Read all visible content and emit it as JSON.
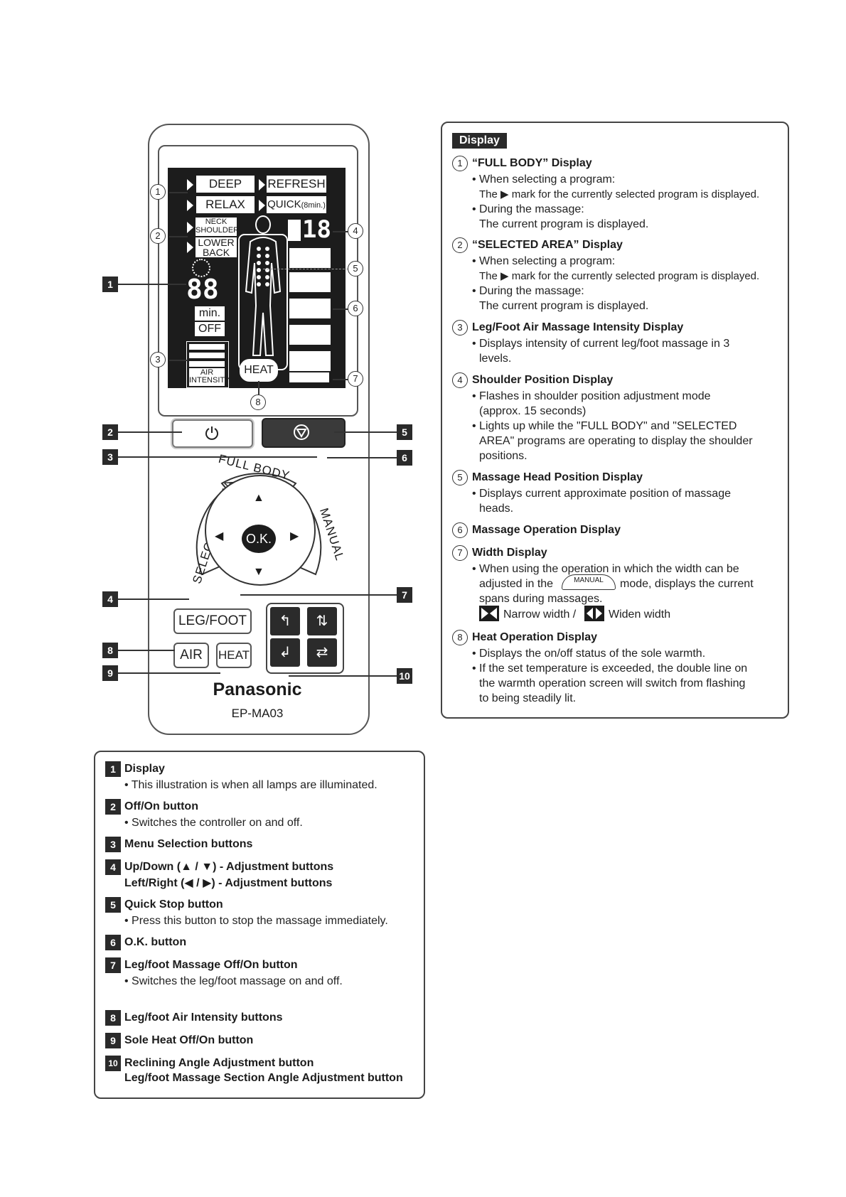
{
  "remote": {
    "lcd": {
      "program_deep": "DEEP",
      "program_refresh": "REFRESH",
      "program_relax": "RELAX",
      "program_quick": "QUICK",
      "program_quick_suffix": "(8min.)",
      "area_neck": "NECK",
      "area_shoulder": "SHOULDER",
      "area_lower": "LOWER",
      "area_back": "BACK",
      "timer_digits": "88",
      "timer_unit": "min.",
      "timer_off": "OFF",
      "air_label_1": "AIR",
      "air_label_2": "INTENSITY",
      "heat_label": "HEAT",
      "shoulder_digits": "18"
    },
    "buttons": {
      "power_icon": "power-icon",
      "stop_icon": "stop-icon",
      "full_body": "FULL BODY",
      "selected_area": "SELECTED AREA",
      "manual": "MANUAL",
      "ok": "O.K.",
      "leg_foot": "LEG/FOOT",
      "air": "AIR",
      "heat": "HEAT"
    },
    "brand": "Panasonic",
    "model": "EP-MA03"
  },
  "callouts_circled": [
    "1",
    "2",
    "3",
    "4",
    "5",
    "6",
    "7",
    "8"
  ],
  "callouts_square": [
    "1",
    "2",
    "3",
    "4",
    "5",
    "6",
    "7",
    "8",
    "9",
    "10"
  ],
  "display_panel": {
    "tag": "Display",
    "items": [
      {
        "num": "1",
        "title": "“FULL BODY” Display",
        "lines": [
          "• When selecting a program:",
          "The ▶ mark for the currently selected program is displayed.",
          "• During the massage:",
          "The current program is displayed."
        ]
      },
      {
        "num": "2",
        "title": "“SELECTED AREA” Display",
        "lines": [
          "• When selecting a program:",
          "The ▶ mark for the currently selected program is displayed.",
          "• During the massage:",
          "The current program is displayed."
        ]
      },
      {
        "num": "3",
        "title": "Leg/Foot Air Massage Intensity Display",
        "lines": [
          "• Displays intensity of current leg/foot massage in 3",
          "levels."
        ]
      },
      {
        "num": "4",
        "title": "Shoulder Position Display",
        "lines": [
          "• Flashes in shoulder position adjustment mode",
          "(approx. 15 seconds)",
          "• Lights up while the \"FULL BODY\" and \"SELECTED",
          "AREA\" programs are operating to display the shoulder",
          "positions."
        ]
      },
      {
        "num": "5",
        "title": "Massage Head Position Display",
        "lines": [
          "• Displays current approximate position of massage",
          "heads."
        ]
      },
      {
        "num": "6",
        "title": "Massage Operation Display",
        "lines": []
      },
      {
        "num": "7",
        "title": "Width Display",
        "lines": [
          "• When using the operation in which the width can be",
          "adjusted in the",
          "mode, displays the current",
          "spans during massages."
        ],
        "manual_badge": "MANUAL",
        "narrow": "Narrow width /",
        "widen": "Widen width"
      },
      {
        "num": "8",
        "title": "Heat Operation Display",
        "lines": [
          "• Displays the on/off status of the sole warmth.",
          "• If the set temperature is exceeded, the double line on",
          "the warmth operation screen will switch from flashing",
          "to being steadily lit."
        ]
      }
    ]
  },
  "legend_panel": {
    "items": [
      {
        "num": "1",
        "title": "Display",
        "sub": [
          "• This illustration is when all lamps are illuminated."
        ]
      },
      {
        "num": "2",
        "title": "Off/On button",
        "sub": [
          "• Switches the controller on and off."
        ]
      },
      {
        "num": "3",
        "title": "Menu Selection buttons",
        "sub": []
      },
      {
        "num": "4",
        "title": "Up/Down (▲ / ▼) - Adjustment buttons",
        "sub2": "Left/Right (◀ / ▶) - Adjustment buttons"
      },
      {
        "num": "5",
        "title": "Quick Stop button",
        "sub": [
          "• Press this button to stop the massage immediately."
        ]
      },
      {
        "num": "6",
        "title": "O.K. button",
        "sub": []
      },
      {
        "num": "7",
        "title": "Leg/foot Massage Off/On button",
        "sub": [
          "• Switches the leg/foot massage on and off."
        ]
      },
      {
        "num": "8",
        "title": "Leg/foot Air Intensity buttons",
        "sub": []
      },
      {
        "num": "9",
        "title": "Sole Heat Off/On button",
        "sub": []
      },
      {
        "num": "10",
        "title": "Reclining Angle Adjustment button",
        "sub2": "Leg/foot Massage Section Angle Adjustment button"
      }
    ]
  }
}
